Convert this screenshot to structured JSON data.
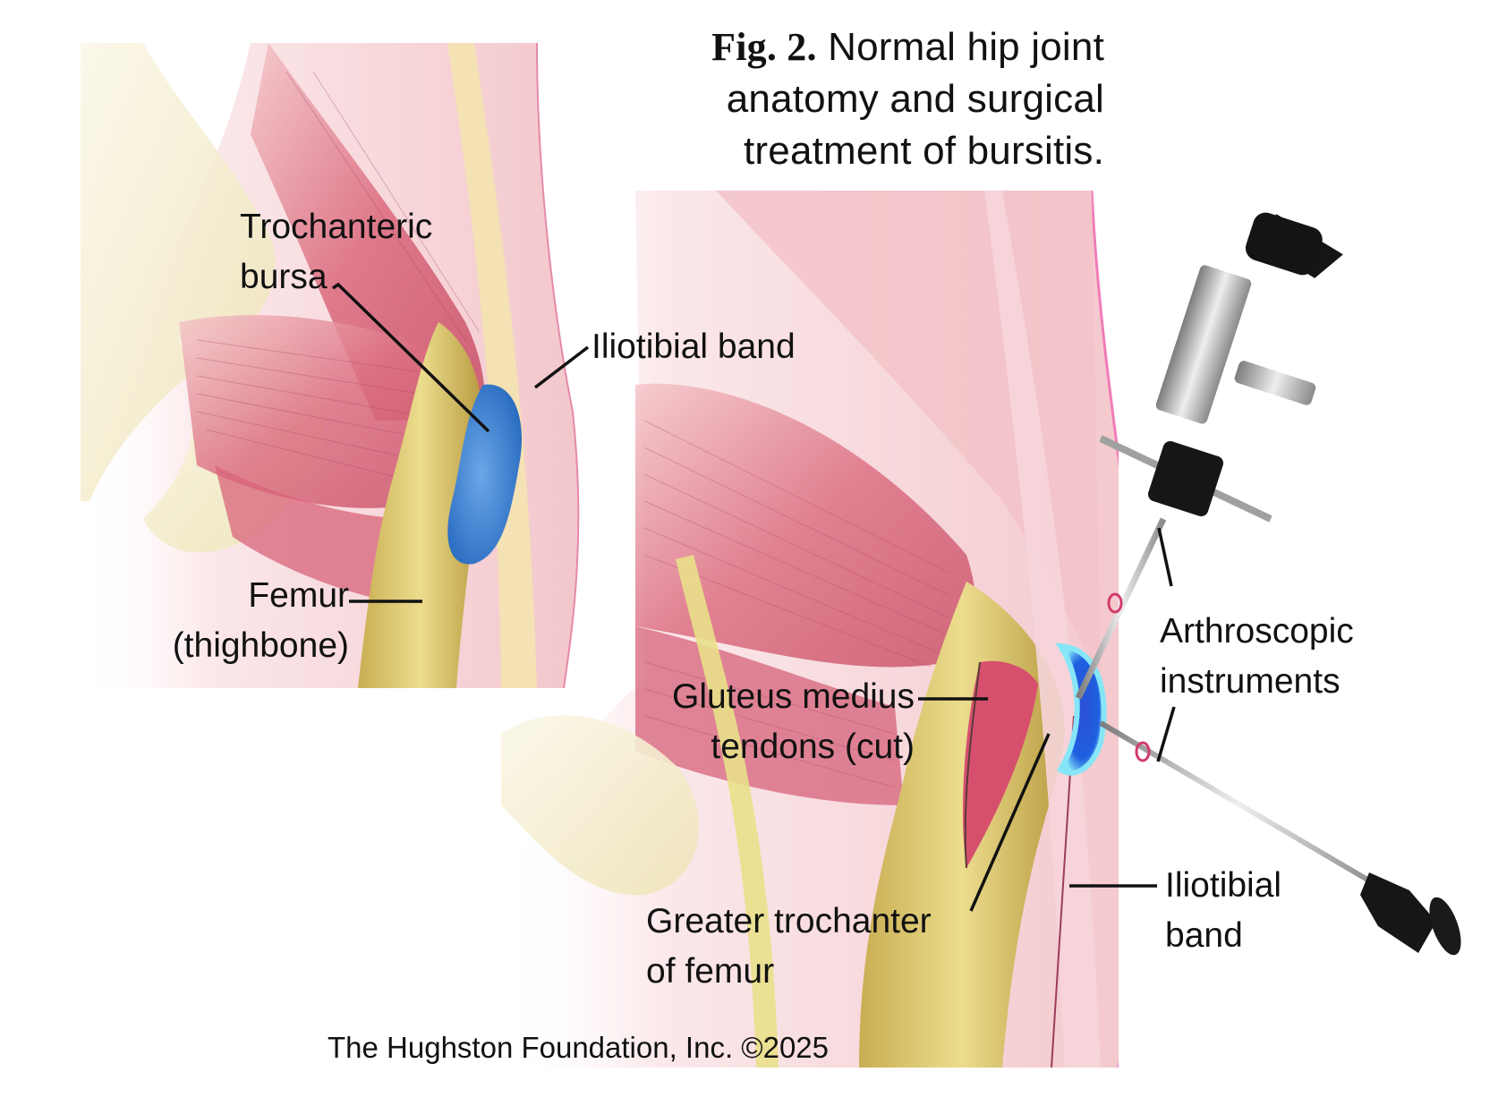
{
  "figure": {
    "number": "Fig. 2.",
    "caption_lines": [
      "Normal hip joint",
      "anatomy and  surgical",
      "treatment of bursitis."
    ]
  },
  "left_panel": {
    "labels": {
      "trochanteric_bursa": [
        "Trochanteric",
        "bursa"
      ],
      "iliotibial_band": "Iliotibial band",
      "femur": [
        "Femur",
        "(thighbone)"
      ]
    }
  },
  "right_panel": {
    "labels": {
      "arthroscopic_instruments": [
        "Arthroscopic",
        "instruments"
      ],
      "gluteus_medius": [
        "Gluteus medius",
        "tendons (cut)"
      ],
      "greater_trochanter": [
        "Greater trochanter",
        "of femur"
      ],
      "iliotibial_band": [
        "Iliotibial",
        "band"
      ]
    }
  },
  "credit": "The Hughston Foundation, Inc. ©2025",
  "colors": {
    "muscle": "#d9667a",
    "muscle_light": "#f2c4c8",
    "skin": "#f7dde0",
    "bone": "#e9d98a",
    "bone_dark": "#b79a3e",
    "bursa": "#3a7fd0",
    "bursa_glow": "#7fe0f5",
    "instrument_metal": "#b9b9b9",
    "instrument_black": "#161616",
    "skin_edge": "#f07cb8",
    "leader_line": "#111111"
  }
}
